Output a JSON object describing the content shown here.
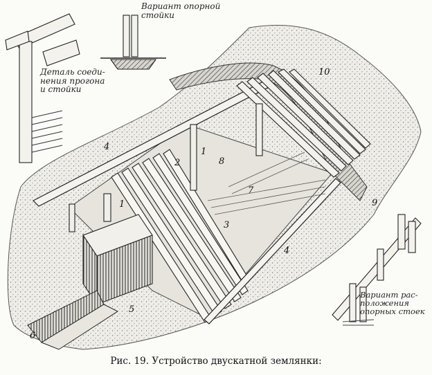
{
  "caption": "Рис. 19. Устройство двускатной землянки:",
  "labels": {
    "detail": "Деталь соеди-\nнения прогона\nи стойки",
    "variant_post": "Вариант опорной\nстойки",
    "variant_layout": "Вариант рас-\nположения\nопорных стоек"
  },
  "numbers": [
    "1",
    "1",
    "2",
    "3",
    "4",
    "4",
    "5",
    "6",
    "7",
    "8",
    "9",
    "10"
  ]
}
